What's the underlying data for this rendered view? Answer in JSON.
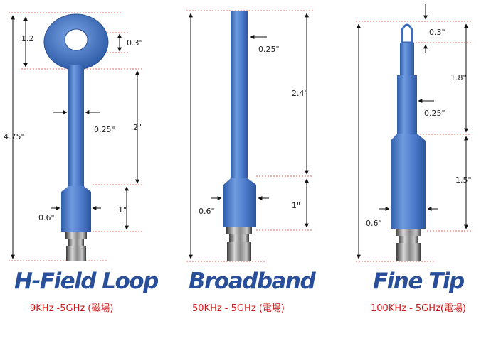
{
  "probes": [
    {
      "title": "H-Field Loop",
      "freq": "9KHz -5GHz  (磁場)",
      "dims": {
        "overall": "4.75\"",
        "loop_height": "1.2",
        "loop_hole": "0.3\"",
        "shaft_length": "2\"",
        "shaft_dia": "0.25\"",
        "body_length": "1\"",
        "body_dia": "0.6\""
      }
    },
    {
      "title": "Broadband",
      "freq": "50KHz - 5GHz  (電場)",
      "dims": {
        "shaft_dia": "0.25\"",
        "shaft_length": "2.4\"",
        "body_length": "1\"",
        "body_dia": "0.6\""
      }
    },
    {
      "title": "Fine Tip",
      "freq": "100KHz - 5GHz(電場)",
      "dims": {
        "tip_length": "0.3\"",
        "neck_length": "1.8\"",
        "neck_dia": "0.25\"",
        "body_length": "1.5\"",
        "body_dia": "0.6\""
      }
    }
  ],
  "colors": {
    "probe_blue": "#4a78c8",
    "guide_red": "#e06a6a",
    "title_blue": "#2a4f9a",
    "freq_red": "#d01818"
  }
}
